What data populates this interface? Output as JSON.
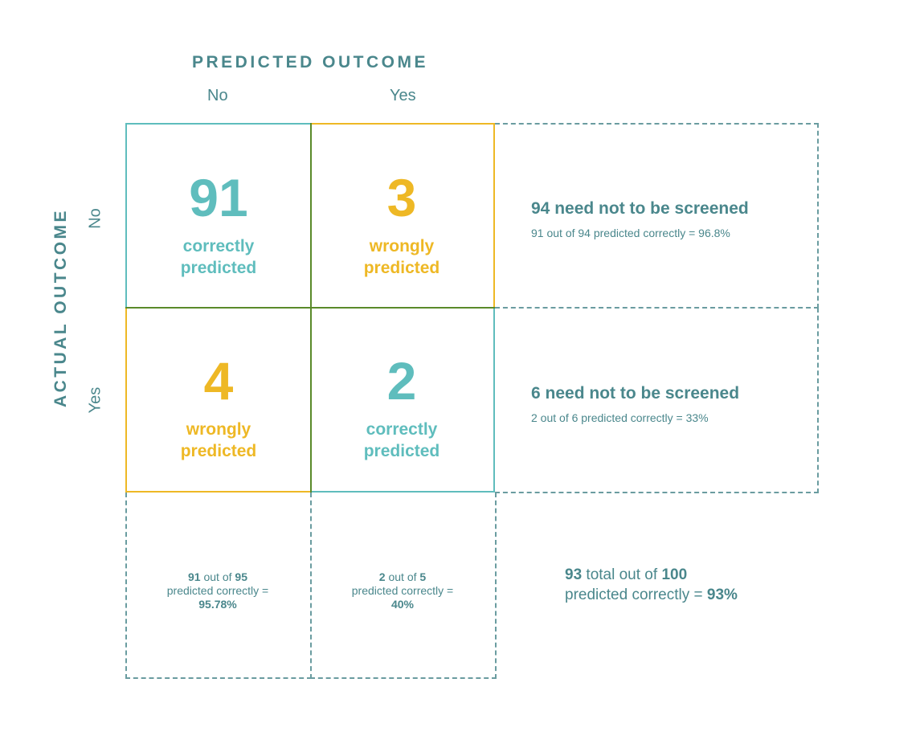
{
  "axes": {
    "predicted_title": "PREDICTED OUTCOME",
    "actual_title": "ACTUAL OUTCOME",
    "predicted_no": "No",
    "predicted_yes": "Yes",
    "actual_no": "No",
    "actual_yes": "Yes"
  },
  "cells": {
    "tl": {
      "value": "91",
      "desc": "correctly\npredicted"
    },
    "tr": {
      "value": "3",
      "desc": "wrongly\npredicted"
    },
    "bl": {
      "value": "4",
      "desc": "wrongly\npredicted"
    },
    "br": {
      "value": "2",
      "desc": "correctly\npredicted"
    }
  },
  "row_summaries": {
    "no": {
      "headline": "94 need not to be screened",
      "detail": "91 out of 94 predicted correctly = 96.8%"
    },
    "yes": {
      "headline": "6 need not to be screened",
      "detail": "2 out of 6 predicted correctly = 33%"
    }
  },
  "col_summaries": {
    "no": {
      "a": "91",
      "t1": " out of ",
      "b": "95",
      "t2": "predicted correctly =",
      "pct": "95.78%"
    },
    "yes": {
      "a": "2",
      "t1": " out of ",
      "b": "5",
      "t2": "predicted correctly =",
      "pct": "40%"
    }
  },
  "total": {
    "a": "93",
    "t1": " total out of ",
    "b": "100",
    "t2": "predicted correctly = ",
    "pct": "93%"
  },
  "colors": {
    "teal": "#5fbdbd",
    "yellow": "#eeb825",
    "dark_teal": "#4a878c",
    "grid": "#5a8a2a"
  }
}
